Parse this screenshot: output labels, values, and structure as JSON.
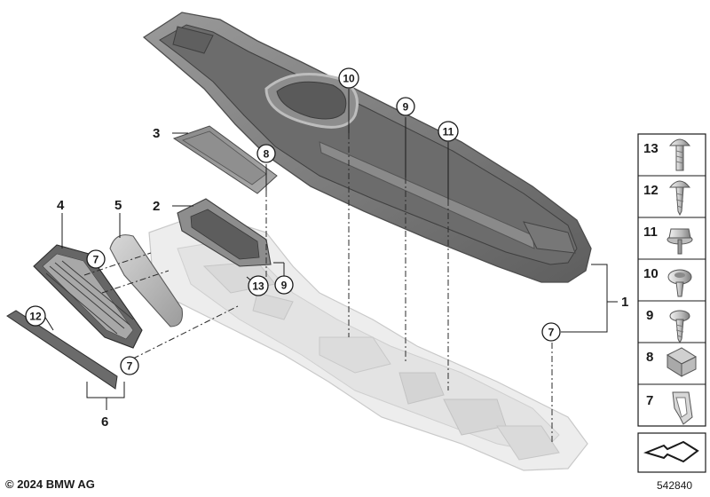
{
  "diagram": {
    "callouts_plain": [
      {
        "id": "label-1",
        "text": "1"
      },
      {
        "id": "label-2",
        "text": "2"
      },
      {
        "id": "label-3",
        "text": "3"
      },
      {
        "id": "label-4",
        "text": "4"
      },
      {
        "id": "label-5",
        "text": "5"
      },
      {
        "id": "label-6",
        "text": "6"
      }
    ],
    "callouts_circled": [
      {
        "id": "c7a",
        "text": "7"
      },
      {
        "id": "c7b",
        "text": "7"
      },
      {
        "id": "c7c",
        "text": "7"
      },
      {
        "id": "c8",
        "text": "8"
      },
      {
        "id": "c9a",
        "text": "9"
      },
      {
        "id": "c9b",
        "text": "9"
      },
      {
        "id": "c10",
        "text": "10"
      },
      {
        "id": "c11",
        "text": "11"
      },
      {
        "id": "c12",
        "text": "12"
      },
      {
        "id": "c13",
        "text": "13"
      }
    ],
    "parts_panel": [
      "13",
      "12",
      "11",
      "10",
      "9",
      "8",
      "7"
    ],
    "copyright": "© 2024 BMW AG",
    "diagram_number": "542840"
  }
}
